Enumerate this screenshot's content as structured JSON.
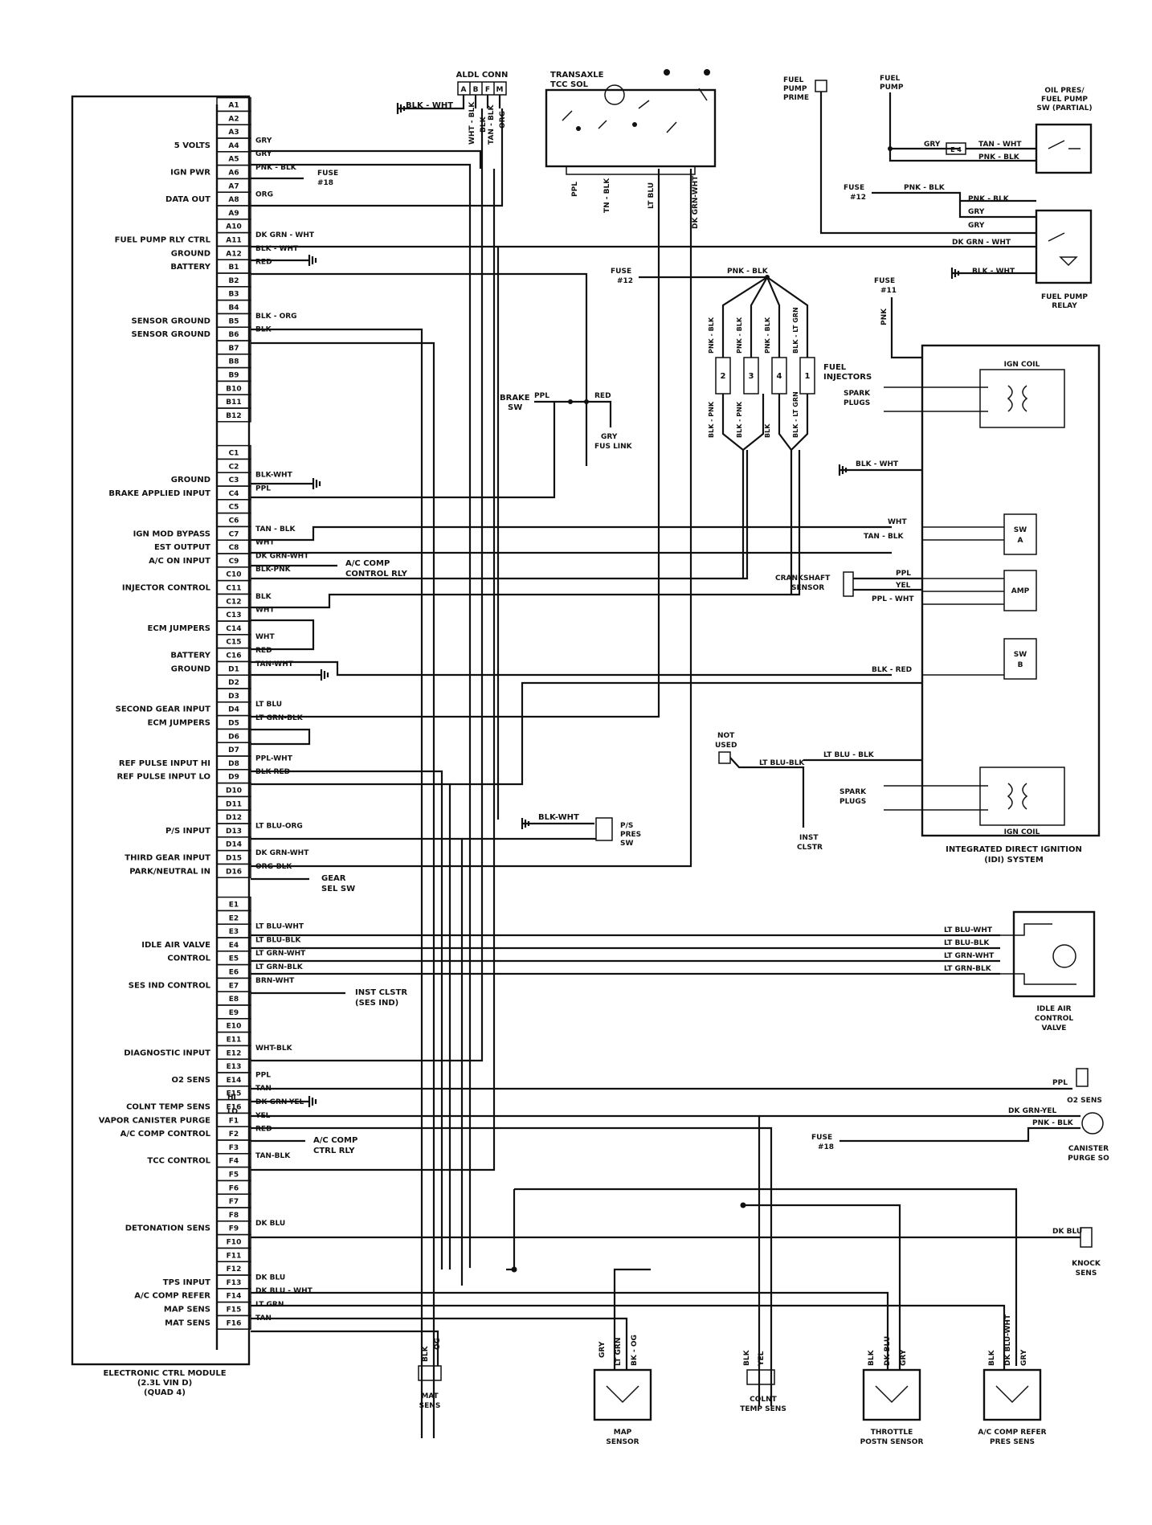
{
  "ecm": {
    "caption": [
      "ELECTRONIC CTRL MODULE",
      "(2.3L VIN D)",
      "(QUAD 4)"
    ],
    "pins": [
      "A1",
      "A2",
      "A3",
      "A4",
      "A5",
      "A6",
      "A7",
      "A8",
      "A9",
      "A10",
      "A11",
      "A12",
      "B1",
      "B2",
      "B3",
      "B4",
      "B5",
      "B6",
      "B7",
      "B8",
      "B9",
      "B10",
      "B11",
      "B12",
      "C1",
      "C2",
      "C3",
      "C4",
      "C5",
      "C6",
      "C7",
      "C8",
      "C9",
      "C10",
      "C11",
      "C12",
      "C13",
      "C14",
      "C15",
      "C16",
      "D1",
      "D2",
      "D3",
      "D4",
      "D5",
      "D6",
      "D7",
      "D8",
      "D9",
      "D10",
      "D11",
      "D12",
      "D13",
      "D14",
      "D15",
      "D16",
      "E1",
      "E2",
      "E3",
      "E4",
      "E5",
      "E6",
      "E7",
      "E8",
      "E9",
      "E10",
      "E11",
      "E12",
      "E13",
      "E14",
      "E15",
      "E16",
      "F1",
      "F2",
      "F3",
      "F4",
      "F5",
      "F6",
      "F7",
      "F8",
      "F9",
      "F10",
      "F11",
      "F12",
      "F13",
      "F14",
      "F15",
      "F16"
    ],
    "functions": [
      {
        "pin": "A4",
        "label": "5 VOLTS"
      },
      {
        "pin": "A6",
        "label": "IGN PWR"
      },
      {
        "pin": "A8",
        "label": "DATA OUT"
      },
      {
        "pin": "A11",
        "label": "FUEL PUMP RLY CTRL"
      },
      {
        "pin": "A12",
        "label": "GROUND"
      },
      {
        "pin": "B1",
        "label": "BATTERY"
      },
      {
        "pin": "B5",
        "label": "SENSOR GROUND"
      },
      {
        "pin": "B6",
        "label": "SENSOR GROUND"
      },
      {
        "pin": "C3",
        "label": "GROUND"
      },
      {
        "pin": "C4",
        "label": "BRAKE APPLIED INPUT"
      },
      {
        "pin": "C7",
        "label": "IGN MOD BYPASS"
      },
      {
        "pin": "C8",
        "label": "EST OUTPUT"
      },
      {
        "pin": "C9",
        "label": "A/C ON INPUT"
      },
      {
        "pin": "C11",
        "label": "INJECTOR CONTROL"
      },
      {
        "pin": "C14",
        "label": "ECM JUMPERS"
      },
      {
        "pin": "C16",
        "label": "BATTERY"
      },
      {
        "pin": "D1",
        "label": "GROUND"
      },
      {
        "pin": "D4",
        "label": "SECOND GEAR INPUT"
      },
      {
        "pin": "D5",
        "label": "ECM JUMPERS"
      },
      {
        "pin": "D8",
        "label": "REF PULSE INPUT HI"
      },
      {
        "pin": "D9",
        "label": "REF PULSE INPUT LO"
      },
      {
        "pin": "D13",
        "label": "P/S INPUT"
      },
      {
        "pin": "D15",
        "label": "THIRD GEAR INPUT"
      },
      {
        "pin": "D16",
        "label": "PARK/NEUTRAL IN"
      },
      {
        "pin": "E4",
        "label": "IDLE AIR VALVE"
      },
      {
        "pin": "E5",
        "label": "CONTROL"
      },
      {
        "pin": "E7",
        "label": "SES IND CONTROL"
      },
      {
        "pin": "E12",
        "label": "DIAGNOSTIC INPUT"
      },
      {
        "pin": "E14",
        "label": "O2 SENS"
      },
      {
        "pin": "E16",
        "label": "COLNT TEMP SENS"
      },
      {
        "pin": "F1",
        "label": "VAPOR CANISTER PURGE"
      },
      {
        "pin": "F2",
        "label": "A/C COMP CONTROL"
      },
      {
        "pin": "F4",
        "label": "TCC CONTROL"
      },
      {
        "pin": "F9",
        "label": "DETONATION SENS"
      },
      {
        "pin": "F13",
        "label": "TPS INPUT"
      },
      {
        "pin": "F14",
        "label": "A/C COMP REFER"
      },
      {
        "pin": "F15",
        "label": "MAP SENS"
      },
      {
        "pin": "F16",
        "label": "MAT SENS"
      }
    ],
    "hi_lo": [
      "HI",
      "LO"
    ],
    "wires": [
      {
        "pin": "A4",
        "color": "GRY"
      },
      {
        "pin": "A5",
        "color": "GRY"
      },
      {
        "pin": "A6",
        "color": "PNK - BLK"
      },
      {
        "pin": "A8",
        "color": "ORG"
      },
      {
        "pin": "A11",
        "color": "DK GRN - WHT"
      },
      {
        "pin": "A12",
        "color": "BLK - WHT"
      },
      {
        "pin": "B1",
        "color": "RED"
      },
      {
        "pin": "B5",
        "color": "BLK - ORG"
      },
      {
        "pin": "B6",
        "color": "BLK"
      },
      {
        "pin": "C3",
        "color": "BLK-WHT"
      },
      {
        "pin": "C4",
        "color": "PPL"
      },
      {
        "pin": "C7",
        "color": "TAN - BLK"
      },
      {
        "pin": "C8",
        "color": "WHT"
      },
      {
        "pin": "C9",
        "color": "DK GRN-WHT"
      },
      {
        "pin": "C10",
        "color": "BLK-PNK"
      },
      {
        "pin": "C12",
        "color": "BLK"
      },
      {
        "pin": "C13",
        "color": "WHT"
      },
      {
        "pin": "C15",
        "color": "WHT"
      },
      {
        "pin": "C16",
        "color": "RED"
      },
      {
        "pin": "D1",
        "color": "TAN-WHT"
      },
      {
        "pin": "D4",
        "color": "LT BLU"
      },
      {
        "pin": "D5",
        "color": "LT GRN-BLK"
      },
      {
        "pin": "D8",
        "color": "PPL-WHT"
      },
      {
        "pin": "D9",
        "color": "BLK-RED"
      },
      {
        "pin": "D13",
        "color": "LT BLU-ORG"
      },
      {
        "pin": "D15",
        "color": "DK GRN-WHT"
      },
      {
        "pin": "D16",
        "color": "ORG-BLK"
      },
      {
        "pin": "E3",
        "color": "LT BLU-WHT"
      },
      {
        "pin": "E4",
        "color": "LT BLU-BLK"
      },
      {
        "pin": "E5",
        "color": "LT GRN-WHT"
      },
      {
        "pin": "E6",
        "color": "LT GRN-BLK"
      },
      {
        "pin": "E7",
        "color": "BRN-WHT"
      },
      {
        "pin": "E12",
        "color": "WHT-BLK"
      },
      {
        "pin": "E14",
        "color": "PPL"
      },
      {
        "pin": "E15",
        "color": "TAN"
      },
      {
        "pin": "E16",
        "color": "DK GRN-YEL"
      },
      {
        "pin": "F1",
        "color": "YEL"
      },
      {
        "pin": "F2",
        "color": "RED"
      },
      {
        "pin": "F4",
        "color": "TAN-BLK"
      },
      {
        "pin": "F9",
        "color": "DK BLU"
      },
      {
        "pin": "F13",
        "color": "DK BLU"
      },
      {
        "pin": "F14",
        "color": "DK BLU - WHT"
      },
      {
        "pin": "F15",
        "color": "LT GRN"
      },
      {
        "pin": "F16",
        "color": "TAN"
      }
    ]
  },
  "inline_labels": {
    "fuse18_a": [
      "FUSE",
      "#18"
    ],
    "ac_comp_ctrl_rly_c9": [
      "A/C COMP",
      "CONTROL RLY"
    ],
    "gear_sel_sw": [
      "GEAR",
      "SEL SW"
    ],
    "inst_clstr_ses": [
      "INST CLSTR",
      "(SES IND)"
    ],
    "ac_comp_ctrl_rly_f2": [
      "A/C COMP",
      "CTRL RLY"
    ],
    "blk_wht_aldl": "BLK - WHT",
    "ps_blk_wht": "BLK-WHT"
  },
  "aldl": {
    "title": "ALDL CONN",
    "cells": [
      "A",
      "B",
      "F",
      "M"
    ],
    "wires": [
      "WHT - BLK",
      "BLK",
      "TAN - BLK",
      "ORG"
    ]
  },
  "transaxle": {
    "title": [
      "TRANSAXLE",
      "TCC SOL"
    ],
    "wires": [
      "PPL",
      "TN - BLK",
      "LT BLU",
      "DK GRN-WHT"
    ]
  },
  "brake": {
    "label": [
      "BRAKE",
      "SW"
    ],
    "wire_in": "PPL",
    "wire_out": "RED",
    "fus_link": [
      "GRY",
      "FUS LINK"
    ]
  },
  "fuse12_a": {
    "label": [
      "FUSE",
      "#12"
    ],
    "wire": "PNK - BLK"
  },
  "injectors": {
    "label": [
      "FUEL",
      "INJECTORS"
    ],
    "numbers": [
      "2",
      "3",
      "4",
      "1"
    ],
    "top_wires": [
      "PNK - BLK",
      "PNK - BLK",
      "PNK - BLK",
      "BLK - LT GRN"
    ],
    "bottom_wires": [
      "BLK - PNK",
      "BLK - PNK",
      "BLK",
      "BLK - LT GRN"
    ]
  },
  "fuel_pump_prime": [
    "FUEL",
    "PUMP",
    "PRIME"
  ],
  "fuel_pump": [
    "FUEL",
    "PUMP"
  ],
  "oil_pres": [
    "OIL PRES/",
    "FUEL PUMP",
    "SW (PARTIAL)"
  ],
  "fuel_pump_relay": [
    "FUEL PUMP",
    "RELAY"
  ],
  "fuel_wires": {
    "gry": "GRY",
    "tan_wht": "TAN - WHT",
    "pnk_blk": "PNK - BLK",
    "e4": "E 4",
    "fuse12": [
      "FUSE",
      "#12"
    ],
    "pnk_blk2": "PNK - BLK",
    "pnk_blk3": "PNK - BLK",
    "gry2": "GRY",
    "gry3": "GRY",
    "dkgrn": "DK GRN - WHT",
    "blk_wht": "BLK - WHT"
  },
  "idi": {
    "fuse11": [
      "FUSE",
      "#11"
    ],
    "pnk": "PNK",
    "ign_coil": "IGN  COIL",
    "spark_plugs": [
      "SPARK",
      "PLUGS"
    ],
    "blk_wht": "BLK - WHT",
    "wht": "WHT",
    "tan_blk": "TAN - BLK",
    "sw_a": [
      "SW",
      "A"
    ],
    "amp": "AMP",
    "sw_b": [
      "SW",
      "B"
    ],
    "crankshaft": [
      "CRANKSHAFT",
      "SENSOR"
    ],
    "ppl": "PPL",
    "yel": "YEL",
    "ppl_wht": "PPL - WHT",
    "blk_red": "BLK - RED",
    "lt_blu_blk": "LT BLU - BLK",
    "not_used": [
      "NOT",
      "USED"
    ],
    "lt_blu_blk2": "LT BLU-BLK",
    "inst_clstr": [
      "INST",
      "CLSTR"
    ],
    "spark_plugs2": [
      "SPARK",
      "PLUGS"
    ],
    "ign_coil2": "IGN  COIL",
    "system": [
      "INTEGRATED DIRECT IGNITION",
      "(IDI) SYSTEM"
    ]
  },
  "ps_sw": [
    "P/S",
    "PRES",
    "SW"
  ],
  "iac": {
    "wires": [
      "LT BLU-WHT",
      "LT BLU-BLK",
      "LT GRN-WHT",
      "LT GRN-BLK"
    ],
    "label": [
      "IDLE AIR",
      "CONTROL",
      "VALVE"
    ]
  },
  "o2": {
    "wire": "PPL",
    "label": "O2 SENS"
  },
  "canister": {
    "wire1": "DK GRN-YEL",
    "wire2": "PNK - BLK",
    "fuse": [
      "FUSE",
      "#18"
    ],
    "label": [
      "CANISTER",
      "PURGE SO"
    ]
  },
  "knock": {
    "wire": "DK BLU",
    "label": [
      "KNOCK",
      "SENS"
    ]
  },
  "sensors": {
    "mat": {
      "wires": [
        "BLK",
        "OG"
      ],
      "label": [
        "MAT",
        "SENS"
      ]
    },
    "map": {
      "wires": [
        "GRY",
        "LT GRN",
        "BK - OG"
      ],
      "label": [
        "MAP",
        "SENSOR"
      ]
    },
    "colnt": {
      "wires": [
        "BLK",
        "YEL"
      ],
      "label": [
        "COLNT",
        "TEMP SENS"
      ]
    },
    "tps": {
      "wires": [
        "BLK",
        "DK BLU",
        "GRY"
      ],
      "label": [
        "THROTTLE",
        "POSTN SENSOR"
      ]
    },
    "acref": {
      "wires": [
        "BLK",
        "DK BLU-WHT",
        "GRY"
      ],
      "label": [
        "A/C COMP  REFER",
        "PRES SENS"
      ]
    }
  }
}
